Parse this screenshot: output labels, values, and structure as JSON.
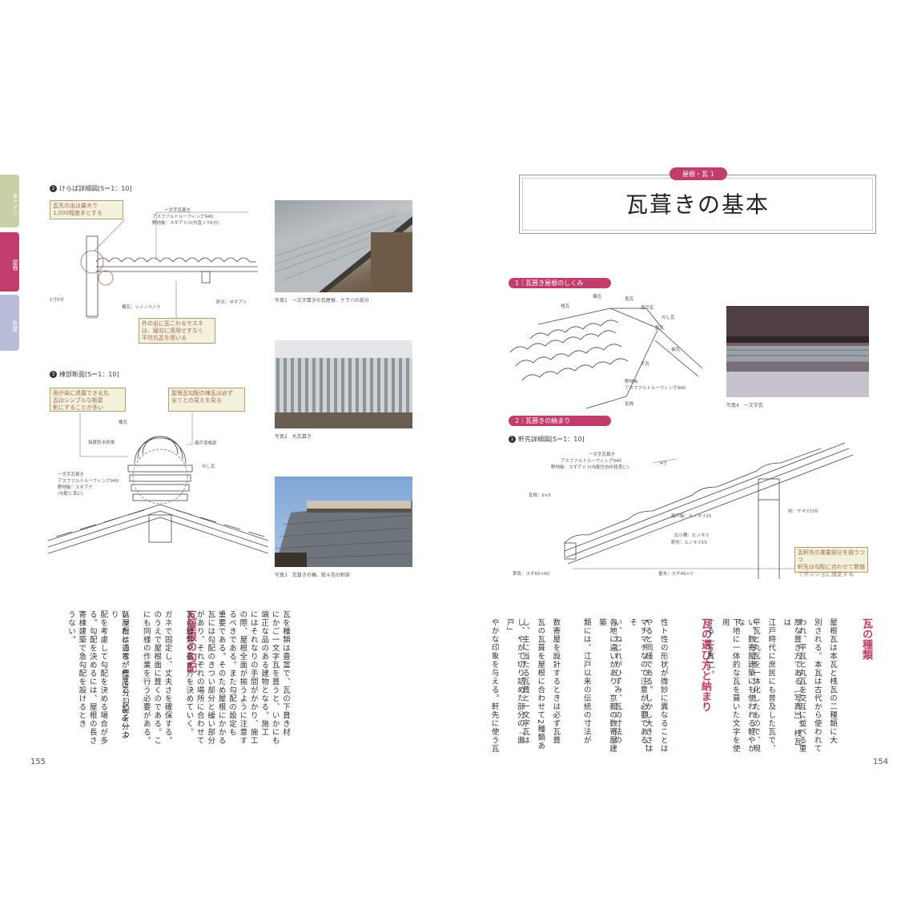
{
  "sidebar_tabs": [
    {
      "label": "木ナイシ",
      "color": "#c9cfa7"
    },
    {
      "label": "屋根",
      "color": "#c23c6c"
    },
    {
      "label": "外壁",
      "color": "#b9bcd8"
    }
  ],
  "left_page": {
    "fig2_title": "けらば詳細図[S＝1：10]",
    "fig2_num": "2",
    "fig2_note1": "瓦先の出は最大で\n1,000程度まとする",
    "fig2_note2": "外の出に瓦こわるサスネ\nは、緩勾に用用せすなく\n平坦丸瓦を用いる",
    "fig2_labels": [
      "一文字瓦葺き",
      "アスファルトルーフィング940",
      "野地板：スギアミ⑦(巾直ノ⑦5分)",
      "軒天：ネギア⑦",
      "棟瓦：シノノ⑦ノ⑦",
      "1寸5分"
    ],
    "fig3_title": "棟部断面[S＝1：10]",
    "fig3_num": "3",
    "fig3_note1": "雨が染に退置できる丸\n瓦はシンプルな板屋\n影にすることが多い",
    "fig3_note2": "屋根瓦勾配の棟瓦は必ず\n全てとの見えを見る",
    "fig3_labels": [
      "棟瓦",
      "強度防水乾燥",
      "面戸漆喰部",
      "のし瓦",
      "一文字瓦葺き",
      "アスファルトルーフィング940",
      "野地板：スギアミ",
      "(勾配と漆に)"
    ],
    "photo1_caption": "写真1　一文字葺きの瓦屋根、ケラバの部分",
    "photo2_caption": "写真2　丸瓦葺き",
    "photo3_caption": "写真3　瓦葺きの棟。熨斗瓦の軒部",
    "text_heading": "瓦屋根の勾配",
    "text_columns": [
      "瓦を種類は豊富で、瓦の下葺き材",
      "にかご一文字瓦を葺うと、いかにも",
      "端正な品のある建物となる。施工",
      "にはそれなりの手間がかかり、施工",
      "の際、屋根全面が揃うように注意す",
      "るべきである。また勾配の設定も",
      "重要である。そのため屋根にかかる",
      "瓦には勾配のきつい部分と緩い部分",
      "があり、それぞれの場所に合わせて",
      "瓦の種類や葺き方を決めていく。",
      "ガネで固定し、丈夫さを確保する。",
      "のうえで屋根面に葺くのである。こ",
      "にも同様の作業を行う必要がある。",
      "",
      "瓦屋根は通常、4寸5分勾配を一つ",
      "いったところが標準で、4寸5分より",
      "配を考慮して勾配を決める場合が多",
      "る。勾配を決めるには、屋根の長さ",
      "寄棟建築で急勾配を設けるとき",
      "うない。"
    ],
    "page_number": "155"
  },
  "right_page": {
    "section_tag": "屋根・瓦 1",
    "title": "瓦葺きの基本",
    "sec1_label": "1｜瓦葺き屋根のしくみ",
    "sec1_labels": [
      "棟瓦",
      "桟瓦",
      "鬼瓦",
      "面戸瓦",
      "のし瓦",
      "軒瓦",
      "袖瓦",
      "平瓦",
      "野地板",
      "アスファルトルーフィング940",
      "瓦桟"
    ],
    "photo4_caption": "写真4　一文字瓦",
    "sec2_label": "2｜瓦葺きの納まり",
    "fig1_title": "軒先詳細図[S＝1：10]",
    "fig1_num": "1",
    "fig1_labels": [
      "一文字瓦葺き",
      "アスファルトルーフィング940",
      "野地板：スギアミ⑦(勾配方向の段差に)",
      "瓦桟：ⅠⅠ×ⅠⅠ",
      "面戸板：ヒノキ⑦15",
      "広小舞：ヒノキ⑦",
      "軒先：ヒノキ⑦15",
      "垂木：スギ45×⑦",
      "桁：ヤマ⑦105",
      "4寸",
      "茅負：スギ60×60"
    ],
    "fig1_note": "瓦軒先の重要部分を揃うつつ\n軒先は勾配に合わせて数値\nでポジショに設定する",
    "text_heading1": "瓦の種類",
    "text_heading2": "瓦の選び方と納まり",
    "text_columns": [
      "屋根瓦は本瓦と桟瓦の二種類に大",
      "別される。本瓦は古代から使われて",
      "われ、平瓦と丸瓦を交互に並べる重",
      "厚な葺き方である［写真3］。桟瓦は",
      "江戸時代に庶民にも普及した瓦で、",
      "平瓦と丸瓦を一体化したもので、現",
      "い。数寄屋建築にも使われる軽やかな",
      "下地に一体的な瓦を葺いた文字を使用",
      "する［写真1］。",
      "",
      "性ト性の形状が微妙に異なることは",
      "やると同様である。しかし大きさは",
      "マチマチなので注意が必要である。そ",
      "い、ねじれがひずみ、瓦の寸法の",
      "各地に違いがあり、京都の数寄屋建築",
      "類には、江戸以来の伝統の寸法が",
      "",
      "数寄屋を設計するときは必ず瓦葺",
      "瓦の瓦葺を屋根に合わせて2種類あ",
      "し、主に当たる瓦葺と一文字瓦は",
      "し、やがて切り詰めた部分の「面戸」",
      "やかな印象を与える。軒先に使う瓦"
    ],
    "page_number": "154"
  }
}
